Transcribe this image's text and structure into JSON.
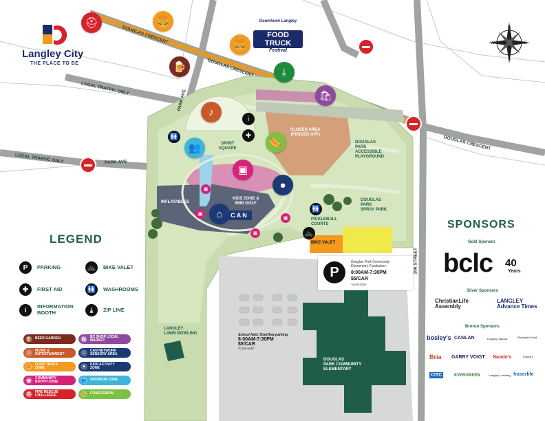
{
  "brand": {
    "name": "Langley City",
    "tagline": "THE PLACE TO BE",
    "colors": {
      "red": "#d6232a",
      "orange": "#f39a1f",
      "navy": "#1b2a6b",
      "green": "#1f5d4a"
    }
  },
  "event_logo": {
    "line1": "Downtown Langley",
    "line2": "FOOD TRUCK",
    "line3": "Festival"
  },
  "roads": {
    "douglas_crescent_1": "DOUGLAS CRESCENT",
    "douglas_crescent_2": "DOUGLAS CRESCENT",
    "douglas_crescent_3": "DOUGLAS CRESCENT",
    "local_traffic_top": "LOCAL TRAFFIC ONLY",
    "local_traffic_left": "LOCAL TRAFFIC ONLY",
    "park_ave_vertical": "PARK AVE",
    "park_ave": "PARK AVE",
    "street_206": "206 STREET"
  },
  "areas": {
    "spirit_square": "SPIRIT\nSQUARE",
    "closed_area": "CLOSED AREA\n(FENCED OFF)",
    "playground": "DOUGLAS\nPARK\nACCESSIBLE\nPLAYGROUND",
    "kids_zone": "KIDS ZONE &\nMINI GOLF",
    "inflatables": "INFLATABLES",
    "pickleball": "PICKLEBALL\nCOURTS",
    "spray_park": "DOUGLAS\nPARK\nSPRAY PARK",
    "bike_valet": "BIKE VALET",
    "lawn_bowling": "LANGLEY\nLAWN BOWLING",
    "school": "DOUGLAS\nPARK COMMUNITY\nELEMENTARY",
    "can_badge": "CAN"
  },
  "parking_main": {
    "note": "Douglas Park Community\nElementary Fundraiser:",
    "hours": "8:00AM-7:30PM",
    "price": "$5/CAR",
    "cash": "*cash only*"
  },
  "parking_school": {
    "note": "School field: Overflow parking",
    "hours": "8:00AM-7:30PM",
    "price": "$5/CAR",
    "cash": "*Cash only*"
  },
  "compass": {
    "n": "N",
    "s": "S",
    "e": "E",
    "w": "W"
  },
  "legend": {
    "title": "LEGEND",
    "items": [
      {
        "icon": "P",
        "label": "PARKING"
      },
      {
        "icon": "🚲",
        "label": "BIKE VALET"
      },
      {
        "icon": "✚",
        "label": "FIRST AID"
      },
      {
        "icon": "🚻",
        "label": "WASHROOMS"
      },
      {
        "icon": "i",
        "label": "INFORMATION\nBOOTH"
      },
      {
        "icon": "⤓",
        "label": "ZIP LINE"
      }
    ],
    "zones": [
      {
        "label": "BEER GARDEN",
        "color": "#7a2a1e",
        "icon": "🍺"
      },
      {
        "label": "BC SHOP LOCAL\nMARKET",
        "color": "#8e4a9e",
        "icon": "🛍"
      },
      {
        "label": "MUSIC &\nENTERTAINMENT",
        "color": "#c85a2a",
        "icon": "♪"
      },
      {
        "label": "CAN NETWORK\nSENSORY AREA",
        "color": "#1b3a73",
        "icon": "⌂"
      },
      {
        "label": "FOOD TRUCK\nZONE",
        "color": "#f39a1f",
        "icon": "🍔"
      },
      {
        "label": "KIDS ACTIVITY\nZONE",
        "color": "#1b3a73",
        "icon": "●"
      },
      {
        "label": "COMMUNITY\nBOOTH ZONE",
        "color": "#d6237a",
        "icon": "▣"
      },
      {
        "label": "SPONSOR ZONE",
        "color": "#3fb6d8",
        "icon": "👥"
      },
      {
        "label": "FIRE RESCUE\nCHALLENGE",
        "color": "#d6232a",
        "icon": "⛑"
      },
      {
        "label": "CONCESSION",
        "color": "#7cc142",
        "icon": "🌭"
      }
    ]
  },
  "sponsors": {
    "title": "SPONSORS",
    "gold_heading": "Gold Sponsor",
    "gold": {
      "name": "bclc",
      "badge_num": "40",
      "badge_text": "Years"
    },
    "silver_heading": "Silver Sponsors",
    "silver": [
      "ChristianLife\nAssembly",
      "LANGLEY\nAdvance Times"
    ],
    "bronze_heading": "Bronze Sponsors",
    "bronze": [
      "bosley's",
      "CANLAN",
      "Langley Vapour",
      "Richard's Ford",
      "Bria",
      "GARRY VOIGT",
      "Nando's",
      "Funky's",
      "CITC",
      "EVERGREEN",
      "Langley Lending",
      "fraserlife"
    ]
  }
}
